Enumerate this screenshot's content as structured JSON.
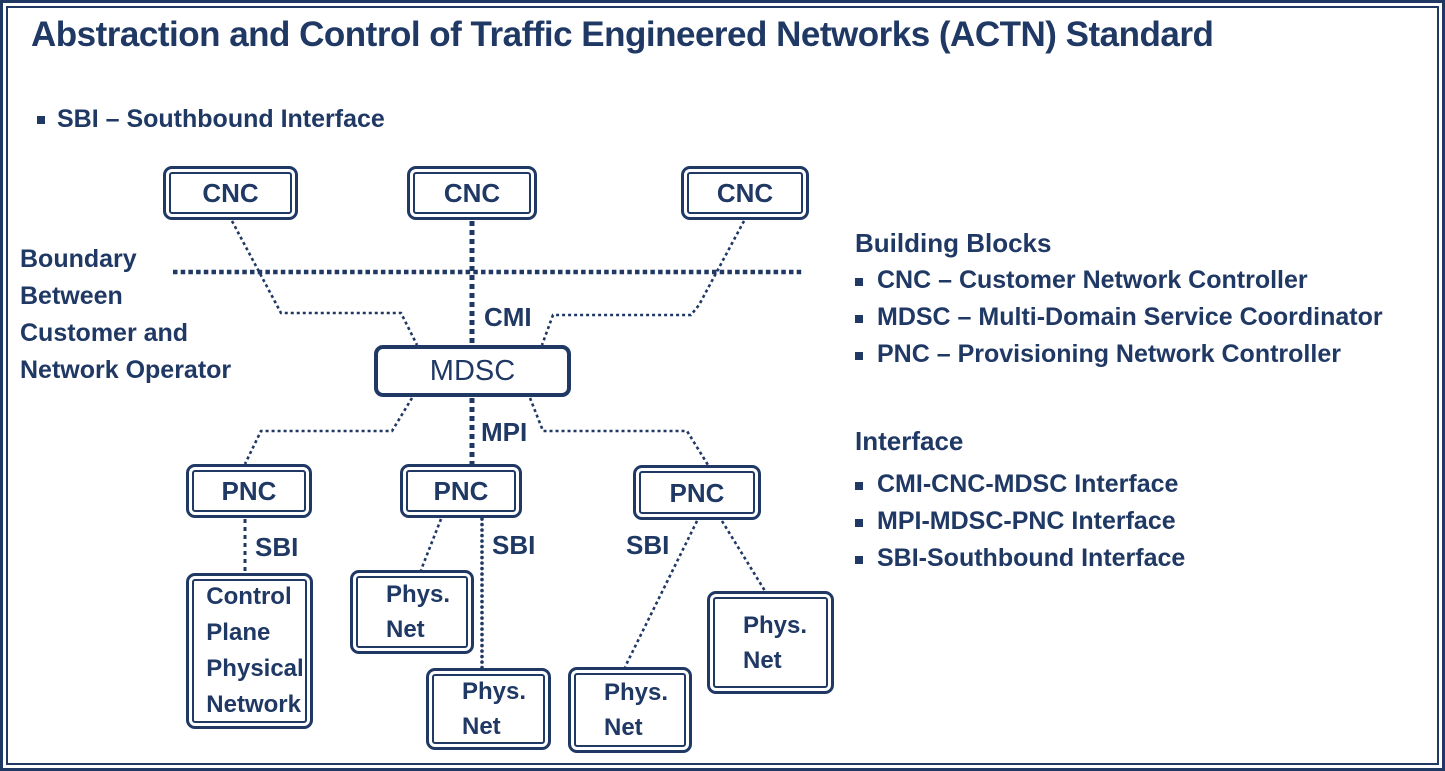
{
  "colors": {
    "ink": "#1F3864",
    "background": "#FFFFFF"
  },
  "title": "Abstraction and Control of Traffic Engineered Networks (ACTN) Standard",
  "top_note": "SBI – Southbound Interface",
  "boundary_label": "Boundary\nBetween\nCustomer and\nNetwork Operator",
  "nodes": {
    "cnc1": "CNC",
    "cnc2": "CNC",
    "cnc3": "CNC",
    "mdsc": "MDSC",
    "pnc1": "PNC",
    "pnc2": "PNC",
    "pnc3": "PNC",
    "control_plane": "Control\nPlane\nPhysical\nNetwork",
    "physnet_a": "Phys.\nNet",
    "physnet_b": "Phys.\nNet",
    "physnet_c": "Phys.\nNet",
    "physnet_d": "Phys.\nNet"
  },
  "edge_labels": {
    "cmi": "CMI",
    "mpi": "MPI",
    "sbi_left": "SBI",
    "sbi_middle": "SBI",
    "sbi_right": "SBI"
  },
  "right_panel": {
    "building_blocks_title": "Building Blocks",
    "building_blocks": [
      "CNC – Customer Network Controller",
      "MDSC – Multi-Domain Service Coordinator",
      "PNC – Provisioning Network Controller"
    ],
    "interface_title": "Interface",
    "interfaces": [
      "CMI-CNC-MDSC Interface",
      "MPI-MDSC-PNC Interface",
      "SBI-Southbound Interface"
    ]
  }
}
